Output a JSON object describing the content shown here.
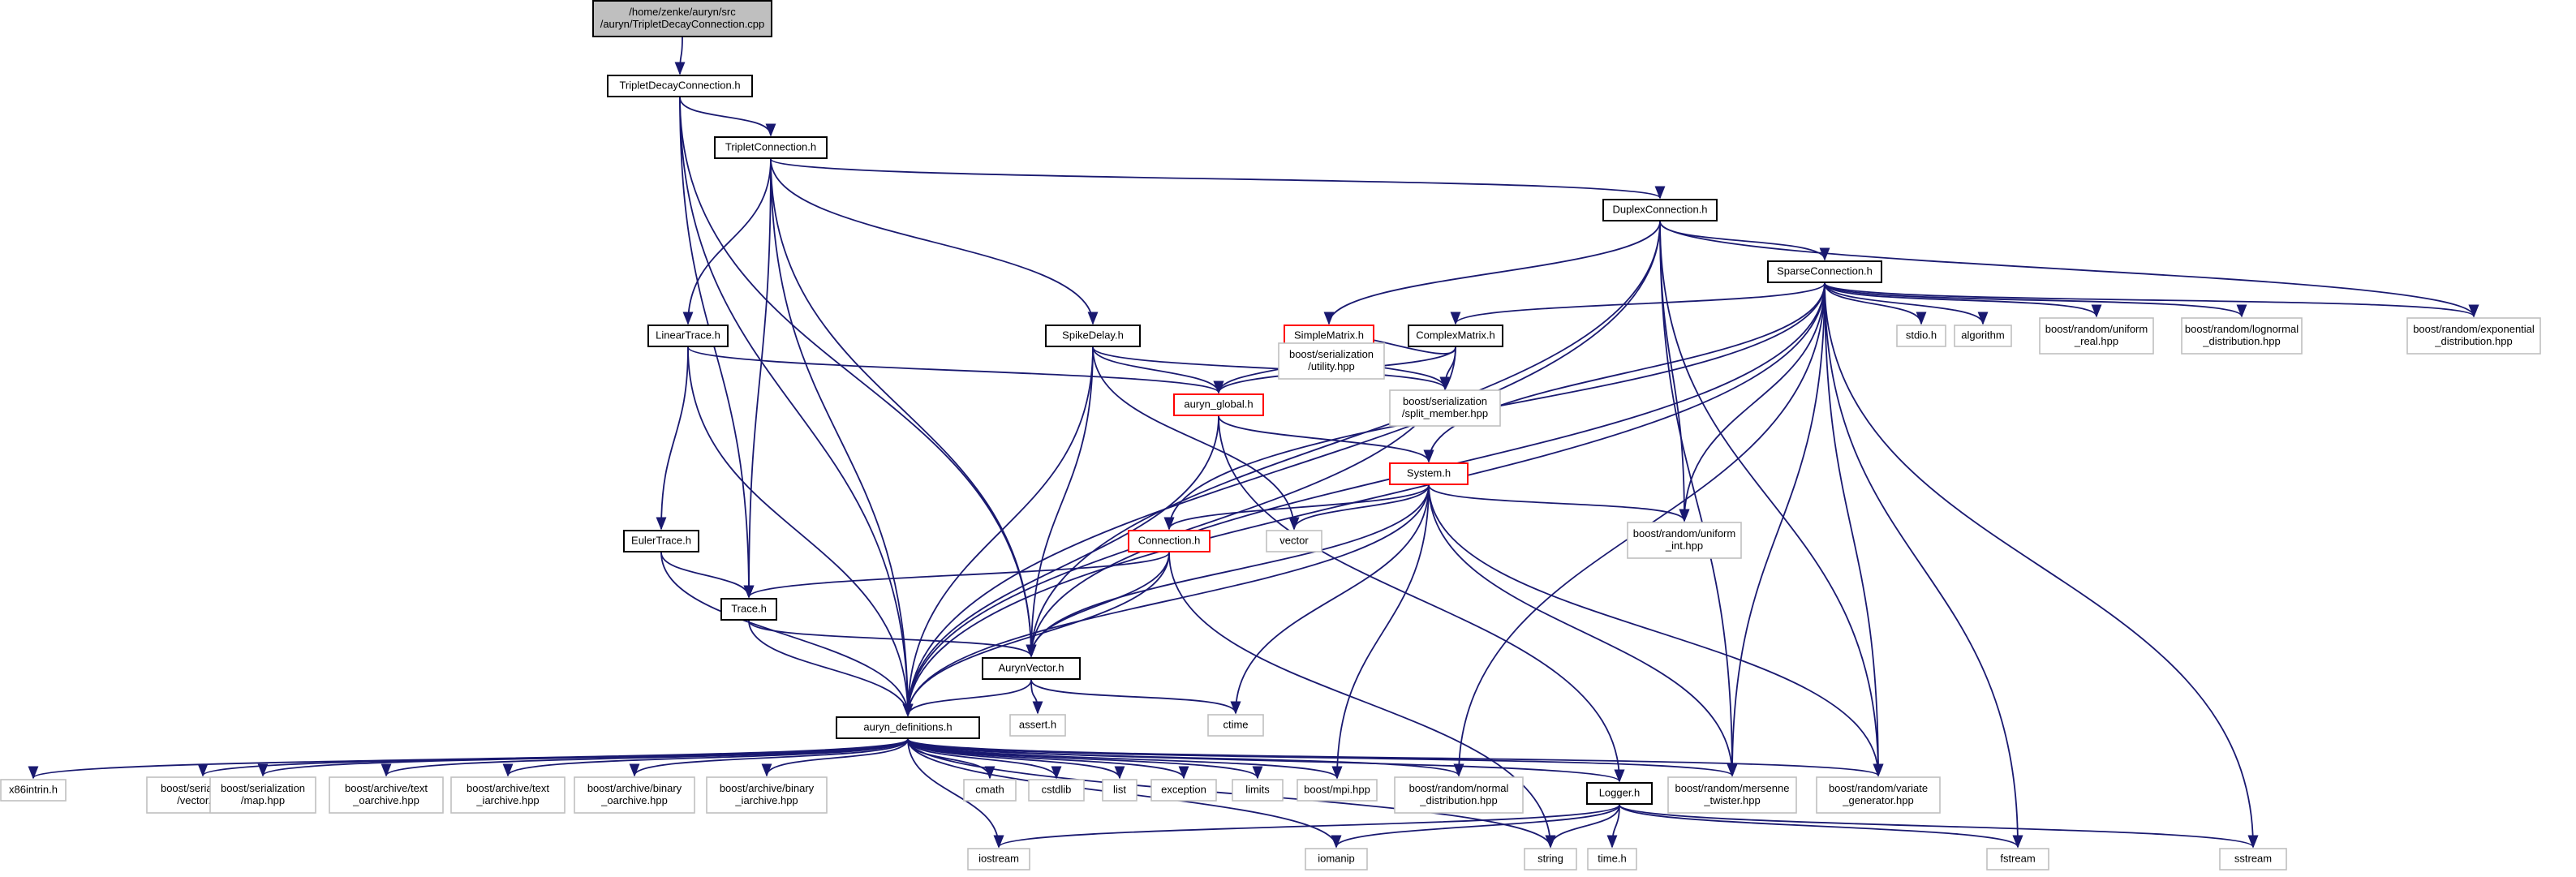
{
  "nodes": [
    {
      "id": "root",
      "lines": [
        "/home/zenke/auryn/src",
        "/auryn/TripletDecayConnection.cpp"
      ],
      "style": "root"
    },
    {
      "id": "tdc",
      "lines": [
        "TripletDecayConnection.h"
      ],
      "style": "doc"
    },
    {
      "id": "tc",
      "lines": [
        "TripletConnection.h"
      ],
      "style": "doc"
    },
    {
      "id": "dc",
      "lines": [
        "DuplexConnection.h"
      ],
      "style": "doc"
    },
    {
      "id": "sc",
      "lines": [
        "SparseConnection.h"
      ],
      "style": "doc"
    },
    {
      "id": "lt",
      "lines": [
        "LinearTrace.h"
      ],
      "style": "doc"
    },
    {
      "id": "sd",
      "lines": [
        "SpikeDelay.h"
      ],
      "style": "doc"
    },
    {
      "id": "sm",
      "lines": [
        "SimpleMatrix.h"
      ],
      "style": "red"
    },
    {
      "id": "cm",
      "lines": [
        "ComplexMatrix.h"
      ],
      "style": "doc"
    },
    {
      "id": "ag",
      "lines": [
        "auryn_global.h"
      ],
      "style": "red"
    },
    {
      "id": "bsu",
      "lines": [
        "boost/serialization",
        "/utility.hpp"
      ],
      "style": "plain"
    },
    {
      "id": "bssm",
      "lines": [
        "boost/serialization",
        "/split_member.hpp"
      ],
      "style": "plain"
    },
    {
      "id": "stdio",
      "lines": [
        "stdio.h"
      ],
      "style": "plain"
    },
    {
      "id": "algo",
      "lines": [
        "algorithm"
      ],
      "style": "plain"
    },
    {
      "id": "bur",
      "lines": [
        "boost/random/uniform",
        "_real.hpp"
      ],
      "style": "plain"
    },
    {
      "id": "bln",
      "lines": [
        "boost/random/lognormal",
        "_distribution.hpp"
      ],
      "style": "plain"
    },
    {
      "id": "bexp",
      "lines": [
        "boost/random/exponential",
        "_distribution.hpp"
      ],
      "style": "plain"
    },
    {
      "id": "sys",
      "lines": [
        "System.h"
      ],
      "style": "red"
    },
    {
      "id": "et",
      "lines": [
        "EulerTrace.h"
      ],
      "style": "doc"
    },
    {
      "id": "conn",
      "lines": [
        "Connection.h"
      ],
      "style": "red"
    },
    {
      "id": "vec",
      "lines": [
        "vector"
      ],
      "style": "plain"
    },
    {
      "id": "bui",
      "lines": [
        "boost/random/uniform",
        "_int.hpp"
      ],
      "style": "plain"
    },
    {
      "id": "tr",
      "lines": [
        "Trace.h"
      ],
      "style": "doc"
    },
    {
      "id": "av",
      "lines": [
        "AurynVector.h"
      ],
      "style": "doc"
    },
    {
      "id": "assert",
      "lines": [
        "assert.h"
      ],
      "style": "plain"
    },
    {
      "id": "ctime",
      "lines": [
        "ctime"
      ],
      "style": "plain"
    },
    {
      "id": "ad",
      "lines": [
        "auryn_definitions.h"
      ],
      "style": "doc"
    },
    {
      "id": "x86",
      "lines": [
        "x86intrin.h"
      ],
      "style": "plain"
    },
    {
      "id": "bsv",
      "lines": [
        "boost/serialization",
        "/vector.hpp"
      ],
      "style": "plain"
    },
    {
      "id": "bsmap",
      "lines": [
        "boost/serialization",
        "/map.hpp"
      ],
      "style": "plain"
    },
    {
      "id": "bato",
      "lines": [
        "boost/archive/text",
        "_oarchive.hpp"
      ],
      "style": "plain"
    },
    {
      "id": "bati",
      "lines": [
        "boost/archive/text",
        "_iarchive.hpp"
      ],
      "style": "plain"
    },
    {
      "id": "babo",
      "lines": [
        "boost/archive/binary",
        "_oarchive.hpp"
      ],
      "style": "plain"
    },
    {
      "id": "babi",
      "lines": [
        "boost/archive/binary",
        "_iarchive.hpp"
      ],
      "style": "plain"
    },
    {
      "id": "cmath",
      "lines": [
        "cmath"
      ],
      "style": "plain"
    },
    {
      "id": "cstdlib",
      "lines": [
        "cstdlib"
      ],
      "style": "plain"
    },
    {
      "id": "list",
      "lines": [
        "list"
      ],
      "style": "plain"
    },
    {
      "id": "exc",
      "lines": [
        "exception"
      ],
      "style": "plain"
    },
    {
      "id": "limits",
      "lines": [
        "limits"
      ],
      "style": "plain"
    },
    {
      "id": "mpi",
      "lines": [
        "boost/mpi.hpp"
      ],
      "style": "plain"
    },
    {
      "id": "bnd",
      "lines": [
        "boost/random/normal",
        "_distribution.hpp"
      ],
      "style": "plain"
    },
    {
      "id": "logger",
      "lines": [
        "Logger.h"
      ],
      "style": "doc"
    },
    {
      "id": "bmt",
      "lines": [
        "boost/random/mersenne",
        "_twister.hpp"
      ],
      "style": "plain"
    },
    {
      "id": "bvg",
      "lines": [
        "boost/random/variate",
        "_generator.hpp"
      ],
      "style": "plain"
    },
    {
      "id": "iostream",
      "lines": [
        "iostream"
      ],
      "style": "plain"
    },
    {
      "id": "iomanip",
      "lines": [
        "iomanip"
      ],
      "style": "plain"
    },
    {
      "id": "string",
      "lines": [
        "string"
      ],
      "style": "plain"
    },
    {
      "id": "timeh",
      "lines": [
        "time.h"
      ],
      "style": "plain"
    },
    {
      "id": "fstream",
      "lines": [
        "fstream"
      ],
      "style": "plain"
    },
    {
      "id": "sstream",
      "lines": [
        "sstream"
      ],
      "style": "plain"
    }
  ],
  "edges": [
    [
      "root",
      "tdc"
    ],
    [
      "tdc",
      "tc"
    ],
    [
      "tdc",
      "tr"
    ],
    [
      "tdc",
      "av"
    ],
    [
      "tdc",
      "ad"
    ],
    [
      "tc",
      "dc"
    ],
    [
      "tc",
      "lt"
    ],
    [
      "tc",
      "sd"
    ],
    [
      "tc",
      "tr"
    ],
    [
      "tc",
      "av"
    ],
    [
      "tc",
      "ad"
    ],
    [
      "dc",
      "sc"
    ],
    [
      "dc",
      "sm"
    ],
    [
      "dc",
      "av"
    ],
    [
      "dc",
      "ad"
    ],
    [
      "dc",
      "bui"
    ],
    [
      "dc",
      "bmt"
    ],
    [
      "dc",
      "bvg"
    ],
    [
      "dc",
      "bexp"
    ],
    [
      "sc",
      "cm"
    ],
    [
      "sc",
      "stdio"
    ],
    [
      "sc",
      "algo"
    ],
    [
      "sc",
      "bur"
    ],
    [
      "sc",
      "bln"
    ],
    [
      "sc",
      "bexp"
    ],
    [
      "sc",
      "sys"
    ],
    [
      "sc",
      "conn"
    ],
    [
      "sc",
      "av"
    ],
    [
      "sc",
      "ad"
    ],
    [
      "sc",
      "bui"
    ],
    [
      "sc",
      "bnd"
    ],
    [
      "sc",
      "bmt"
    ],
    [
      "sc",
      "bvg"
    ],
    [
      "sc",
      "fstream"
    ],
    [
      "sc",
      "sstream"
    ],
    [
      "lt",
      "ag"
    ],
    [
      "lt",
      "et"
    ],
    [
      "lt",
      "ad"
    ],
    [
      "sd",
      "ag"
    ],
    [
      "sd",
      "bssm"
    ],
    [
      "sd",
      "vec"
    ],
    [
      "sd",
      "av"
    ],
    [
      "sd",
      "ad"
    ],
    [
      "sm",
      "ag"
    ],
    [
      "sm",
      "bsu"
    ],
    [
      "sm",
      "bssm"
    ],
    [
      "cm",
      "ag"
    ],
    [
      "cm",
      "bsu"
    ],
    [
      "cm",
      "bssm"
    ],
    [
      "cm",
      "ad"
    ],
    [
      "ag",
      "sys"
    ],
    [
      "ag",
      "logger"
    ],
    [
      "ag",
      "ad"
    ],
    [
      "sys",
      "conn"
    ],
    [
      "sys",
      "vec"
    ],
    [
      "sys",
      "bui"
    ],
    [
      "sys",
      "av"
    ],
    [
      "sys",
      "ad"
    ],
    [
      "sys",
      "ctime"
    ],
    [
      "sys",
      "mpi"
    ],
    [
      "sys",
      "bmt"
    ],
    [
      "sys",
      "bvg"
    ],
    [
      "et",
      "tr"
    ],
    [
      "et",
      "ad"
    ],
    [
      "conn",
      "tr"
    ],
    [
      "conn",
      "av"
    ],
    [
      "conn",
      "ad"
    ],
    [
      "conn",
      "string"
    ],
    [
      "tr",
      "av"
    ],
    [
      "tr",
      "ad"
    ],
    [
      "av",
      "assert"
    ],
    [
      "av",
      "ctime"
    ],
    [
      "av",
      "ad"
    ],
    [
      "ad",
      "x86"
    ],
    [
      "ad",
      "bsv"
    ],
    [
      "ad",
      "bsmap"
    ],
    [
      "ad",
      "bato"
    ],
    [
      "ad",
      "bati"
    ],
    [
      "ad",
      "babo"
    ],
    [
      "ad",
      "babi"
    ],
    [
      "ad",
      "cmath"
    ],
    [
      "ad",
      "cstdlib"
    ],
    [
      "ad",
      "list"
    ],
    [
      "ad",
      "exc"
    ],
    [
      "ad",
      "limits"
    ],
    [
      "ad",
      "mpi"
    ],
    [
      "ad",
      "bnd"
    ],
    [
      "ad",
      "logger"
    ],
    [
      "ad",
      "bmt"
    ],
    [
      "ad",
      "bvg"
    ],
    [
      "ad",
      "iostream"
    ],
    [
      "ad",
      "iomanip"
    ],
    [
      "ad",
      "string"
    ],
    [
      "logger",
      "iostream"
    ],
    [
      "logger",
      "iomanip"
    ],
    [
      "logger",
      "string"
    ],
    [
      "logger",
      "timeh"
    ],
    [
      "logger",
      "fstream"
    ],
    [
      "logger",
      "sstream"
    ]
  ]
}
